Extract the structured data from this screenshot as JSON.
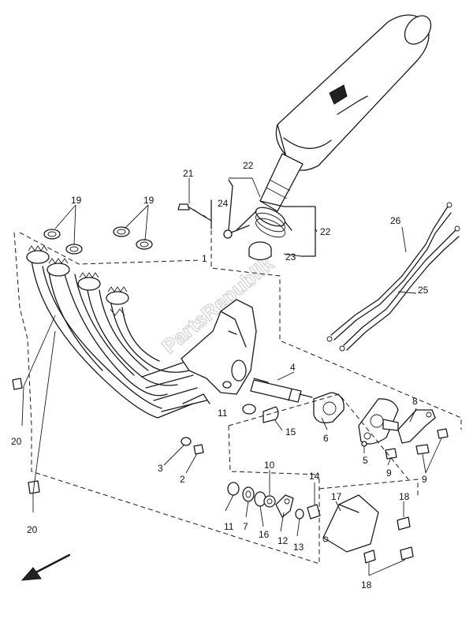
{
  "callouts": [
    {
      "id": "c1",
      "text": "1"
    },
    {
      "id": "c2",
      "text": "2"
    },
    {
      "id": "c3",
      "text": "3"
    },
    {
      "id": "c4",
      "text": "4"
    },
    {
      "id": "c5",
      "text": "5"
    },
    {
      "id": "c6",
      "text": "6"
    },
    {
      "id": "c7",
      "text": "7"
    },
    {
      "id": "c8",
      "text": "8"
    },
    {
      "id": "c9a",
      "text": "9"
    },
    {
      "id": "c9b",
      "text": "9"
    },
    {
      "id": "c10",
      "text": "10"
    },
    {
      "id": "c11a",
      "text": "11"
    },
    {
      "id": "c11b",
      "text": "11"
    },
    {
      "id": "c12",
      "text": "12"
    },
    {
      "id": "c13",
      "text": "13"
    },
    {
      "id": "c14",
      "text": "14"
    },
    {
      "id": "c15",
      "text": "15"
    },
    {
      "id": "c16",
      "text": "16"
    },
    {
      "id": "c17",
      "text": "17"
    },
    {
      "id": "c18a",
      "text": "18"
    },
    {
      "id": "c18b",
      "text": "18"
    },
    {
      "id": "c19a",
      "text": "19"
    },
    {
      "id": "c19b",
      "text": "19"
    },
    {
      "id": "c20a",
      "text": "20"
    },
    {
      "id": "c20b",
      "text": "20"
    },
    {
      "id": "c21",
      "text": "21"
    },
    {
      "id": "c22a",
      "text": "22"
    },
    {
      "id": "c22b",
      "text": "22"
    },
    {
      "id": "c23",
      "text": "23"
    },
    {
      "id": "c24",
      "text": "24"
    },
    {
      "id": "c25",
      "text": "25"
    },
    {
      "id": "c26",
      "text": "26"
    }
  ],
  "watermark": "PartsRepublik",
  "colors": {
    "ink": "#1a1a1a",
    "watermark": "#c9c9c9",
    "background": "#ffffff"
  },
  "icons": {
    "direction_arrow": "front-direction-arrow-icon"
  }
}
